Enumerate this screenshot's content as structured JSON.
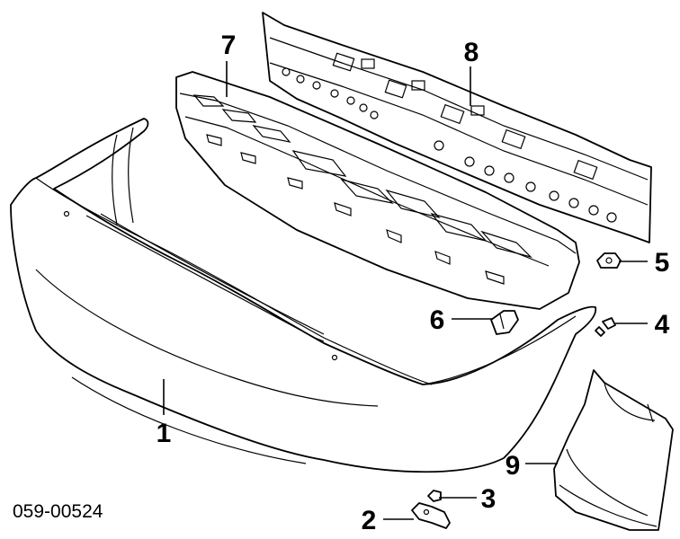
{
  "diagram": {
    "drawing_code": "059-00524",
    "callouts": {
      "p1": "1",
      "p2": "2",
      "p3": "3",
      "p4": "4",
      "p5": "5",
      "p6": "6",
      "p7": "7",
      "p8": "8",
      "p9": "9"
    }
  }
}
